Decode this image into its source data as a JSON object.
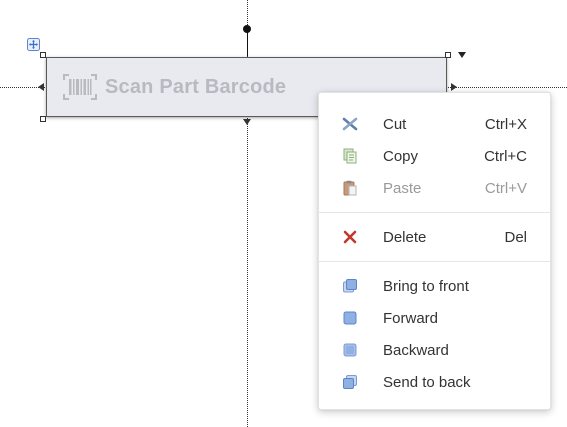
{
  "element": {
    "label": "Scan Part Barcode"
  },
  "context_menu": {
    "groups": [
      [
        {
          "icon": "cut-icon",
          "label": "Cut",
          "shortcut": "Ctrl+X",
          "enabled": true
        },
        {
          "icon": "copy-icon",
          "label": "Copy",
          "shortcut": "Ctrl+C",
          "enabled": true
        },
        {
          "icon": "paste-icon",
          "label": "Paste",
          "shortcut": "Ctrl+V",
          "enabled": false
        }
      ],
      [
        {
          "icon": "delete-icon",
          "label": "Delete",
          "shortcut": "Del",
          "enabled": true
        }
      ],
      [
        {
          "icon": "bring-to-front-icon",
          "label": "Bring to front",
          "shortcut": "",
          "enabled": true
        },
        {
          "icon": "forward-icon",
          "label": "Forward",
          "shortcut": "",
          "enabled": true
        },
        {
          "icon": "backward-icon",
          "label": "Backward",
          "shortcut": "",
          "enabled": true
        },
        {
          "icon": "send-to-back-icon",
          "label": "Send to back",
          "shortcut": "",
          "enabled": true
        }
      ]
    ]
  },
  "colors": {
    "element_fill": "#e9eaf0",
    "element_text": "#b8b9c1",
    "delete_icon": "#c0392b",
    "layer_icon": "#6f95cf"
  }
}
